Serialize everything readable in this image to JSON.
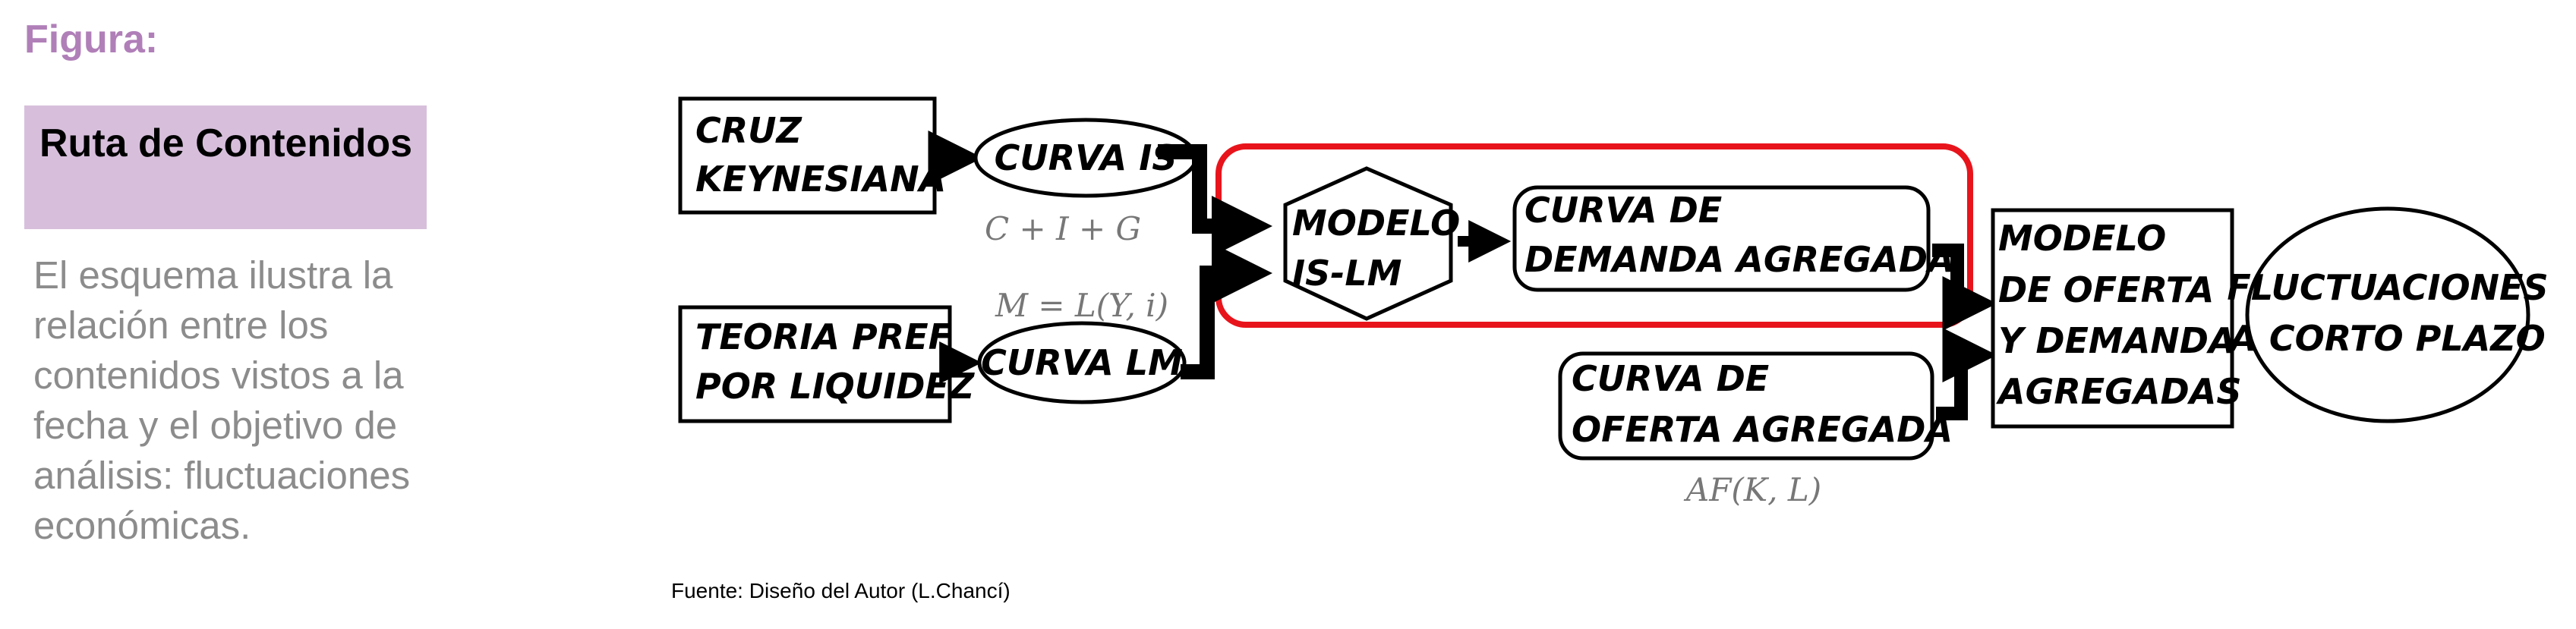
{
  "figure_label": "Figura:",
  "title": "Ruta de Contenidos",
  "description": "El esquema ilustra la relación entre los contenidos vistos a la fecha y el objetivo de análisis: fluctuaciones económicas.",
  "source": "Fuente: Diseño del Autor (L.Chancí)",
  "nodes": {
    "cruz_keynesiana": [
      "CRUZ",
      "KEYNESIANA"
    ],
    "curva_is": "CURVA IS",
    "teoria_pref": [
      "TEORIA PREF",
      "POR LIQUIDEZ"
    ],
    "curva_lm": "CURVA LM",
    "modelo_islm": [
      "MODELO",
      "IS-LM"
    ],
    "curva_da": [
      "CURVA DE",
      "DEMANDA AGREGADA"
    ],
    "curva_oa": [
      "CURVA DE",
      "OFERTA AGREGADA"
    ],
    "modelo_oda": [
      "MODELO",
      "DE OFERTA",
      "Y DEMANDA",
      "AGREGADAS"
    ],
    "fluctuaciones": [
      "FLUCTUACIONES",
      "A CORTO PLAZO"
    ]
  },
  "formulas": {
    "is": "C + I + G",
    "lm": "M = L(Y, i)",
    "oa": "AF(K, L)"
  },
  "colors": {
    "accent_label": "#b07fb8",
    "title_bg": "#d7bfdc",
    "description_text": "#8c8c8c",
    "highlight_border": "#e8141c",
    "formula_text": "#777777"
  }
}
